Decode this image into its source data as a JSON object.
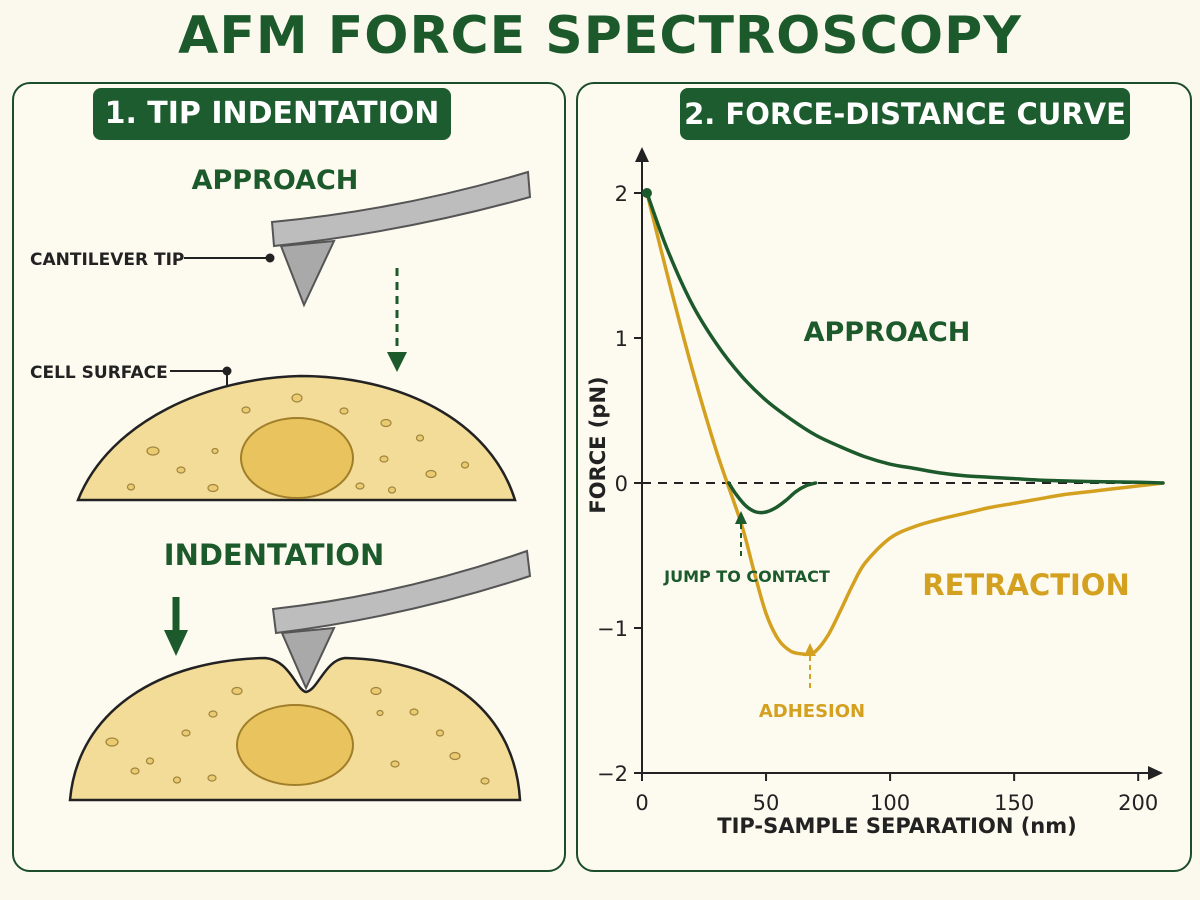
{
  "title": "AFM FORCE SPECTROSCOPY",
  "left_panel": {
    "heading": "1. TIP INDENTATION",
    "approach_label": "APPROACH",
    "indentation_label": "INDENTATION",
    "cantilever_label": "CANTILEVER TIP",
    "cell_surface_label": "CELL SURFACE"
  },
  "right_panel": {
    "heading": "2. FORCE-DISTANCE CURVE",
    "approach_label": "APPROACH",
    "retraction_label": "RETRACTION",
    "jump_label": "JUMP TO CONTACT",
    "adhesion_label": "ADHESION"
  },
  "colors": {
    "approach": "#1c5a2c",
    "retraction": "#d4a020",
    "cell": "#f3dc97",
    "nucleus": "#e9c45e",
    "cantilever": "#b9b9b9"
  },
  "chart_data": {
    "type": "line",
    "xlabel": "TIP-SAMPLE SEPARATION (nm)",
    "ylabel": "FORCE (pN)",
    "xlim": [
      0,
      210
    ],
    "ylim": [
      -2,
      2.2
    ],
    "xticks": [
      "0",
      "50",
      "100",
      "150",
      "200"
    ],
    "yticks": [
      "2",
      "1",
      "0",
      "−1",
      "−2"
    ],
    "zero_line": "dashed",
    "series": [
      {
        "name": "APPROACH",
        "x": [
          2,
          10,
          20,
          30,
          40,
          50,
          60,
          70,
          80,
          90,
          100,
          110,
          120,
          130,
          140,
          150,
          160,
          170,
          180,
          190,
          200,
          210
        ],
        "y": [
          2.0,
          1.62,
          1.24,
          0.96,
          0.74,
          0.57,
          0.44,
          0.33,
          0.25,
          0.18,
          0.13,
          0.1,
          0.07,
          0.05,
          0.04,
          0.03,
          0.02,
          0.015,
          0.01,
          0.008,
          0.005,
          0.0
        ]
      },
      {
        "name": "RETRACTION",
        "x": [
          2,
          10,
          20,
          30,
          40,
          45,
          50,
          55,
          60,
          65,
          67,
          70,
          75,
          80,
          85,
          90,
          100,
          110,
          120,
          130,
          140,
          150,
          160,
          170,
          180,
          190,
          200,
          210
        ],
        "y": [
          2.0,
          1.45,
          0.8,
          0.22,
          -0.28,
          -0.6,
          -0.9,
          -1.08,
          -1.16,
          -1.18,
          -1.18,
          -1.16,
          -1.05,
          -0.88,
          -0.7,
          -0.55,
          -0.38,
          -0.3,
          -0.25,
          -0.21,
          -0.17,
          -0.14,
          -0.11,
          -0.08,
          -0.06,
          -0.04,
          -0.02,
          0.0
        ]
      },
      {
        "name": "JUMP TO CONTACT",
        "x": [
          35,
          38,
          42,
          46,
          50,
          54,
          58,
          62,
          66,
          70
        ],
        "y": [
          0.0,
          -0.08,
          -0.16,
          -0.2,
          -0.2,
          -0.17,
          -0.12,
          -0.06,
          -0.02,
          0.0
        ]
      }
    ]
  }
}
